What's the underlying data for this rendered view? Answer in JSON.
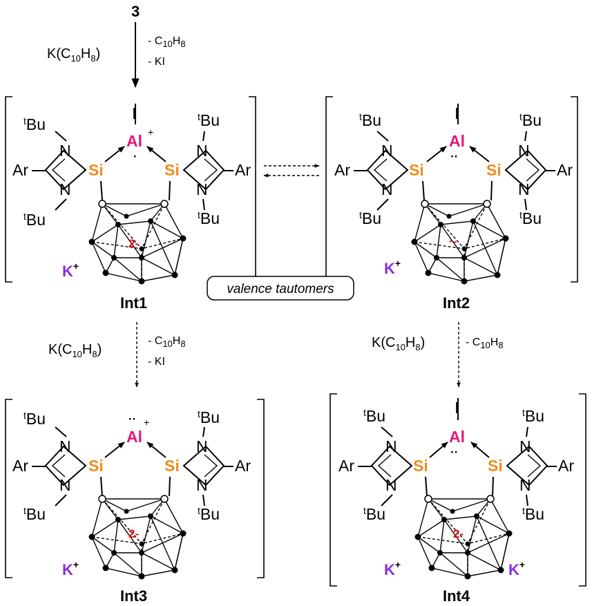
{
  "colors": {
    "aluminum": "#e6167a",
    "silicon": "#f08c1e",
    "potassium": "#8a2be2",
    "cluster_charge": "#e01010"
  },
  "start_compound": "3",
  "step1": {
    "reagent_main": "K(C",
    "reagent_sub1": "10",
    "reagent_mid": "H",
    "reagent_sub2": "8",
    "reagent_close": ")",
    "loss1_pre": "- C",
    "loss1_sub1": "10",
    "loss1_mid": "H",
    "loss1_sub2": "8",
    "loss2": "- KI"
  },
  "step2": {
    "reagent_main": "K(C",
    "reagent_sub1": "10",
    "reagent_mid": "H",
    "reagent_sub2": "8",
    "reagent_close": ")",
    "loss1_pre": "- C",
    "loss1_sub1": "10",
    "loss1_mid": "H",
    "loss1_sub2": "8",
    "loss2": "- KI"
  },
  "step3": {
    "reagent_main": "K(C",
    "reagent_sub1": "10",
    "reagent_mid": "H",
    "reagent_sub2": "8",
    "reagent_close": ")",
    "loss1_pre": "- C",
    "loss1_sub1": "10",
    "loss1_mid": "H",
    "loss1_sub2": "8"
  },
  "tautomer_label": "valence tautomers",
  "atoms": {
    "ar": "Ar",
    "n": "N",
    "si": "Si",
    "al": "Al",
    "iodine": "I",
    "t": "t",
    "bu": "Bu",
    "k": "K",
    "plus": "+"
  },
  "species": [
    {
      "label": "Int1",
      "cluster_charge": "2-",
      "al_charge": "+",
      "al_dots": "·"
    },
    {
      "label": "Int2",
      "cluster_charge": "·-",
      "al_charge": "",
      "al_dots": "··"
    },
    {
      "label": "Int3",
      "cluster_charge": "2-",
      "al_charge": "+",
      "al_dots": "··"
    },
    {
      "label": "Int4",
      "cluster_charge": "2-",
      "al_charge": "",
      "al_dots": "··"
    }
  ]
}
